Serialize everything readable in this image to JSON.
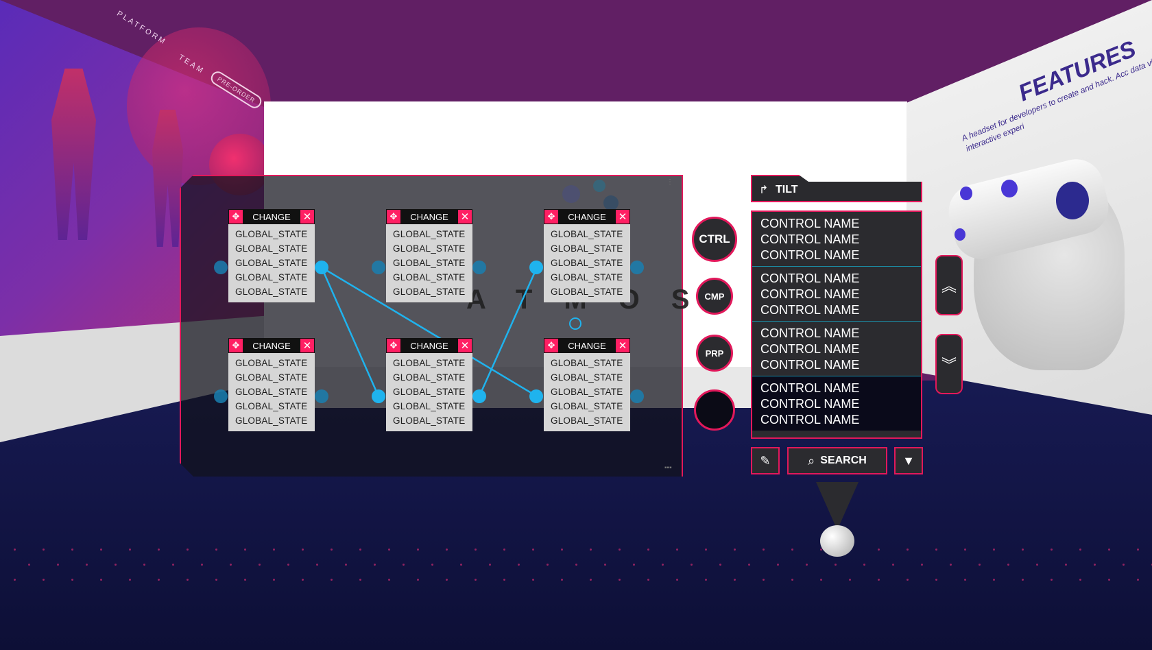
{
  "environment": {
    "left_wall": {
      "nav": [
        "PLATFORM",
        "TEAM"
      ],
      "button": "PRE-ORDER"
    },
    "right_wall": {
      "title": "FEATURES",
      "subtitle": "A headset for developers to create and hack. Acc data via the web to create interactive experi"
    },
    "screen_logo": "ATMOS"
  },
  "node_graph": {
    "nodes": [
      {
        "title": "CHANGE",
        "rows": [
          "GLOBAL_STATE",
          "GLOBAL_STATE",
          "GLOBAL_STATE",
          "GLOBAL_STATE",
          "GLOBAL_STATE"
        ]
      },
      {
        "title": "CHANGE",
        "rows": [
          "GLOBAL_STATE",
          "GLOBAL_STATE",
          "GLOBAL_STATE",
          "GLOBAL_STATE",
          "GLOBAL_STATE"
        ]
      },
      {
        "title": "CHANGE",
        "rows": [
          "GLOBAL_STATE",
          "GLOBAL_STATE",
          "GLOBAL_STATE",
          "GLOBAL_STATE",
          "GLOBAL_STATE"
        ]
      },
      {
        "title": "CHANGE",
        "rows": [
          "GLOBAL_STATE",
          "GLOBAL_STATE",
          "GLOBAL_STATE",
          "GLOBAL_STATE",
          "GLOBAL_STATE"
        ]
      },
      {
        "title": "CHANGE",
        "rows": [
          "GLOBAL_STATE",
          "GLOBAL_STATE",
          "GLOBAL_STATE",
          "GLOBAL_STATE",
          "GLOBAL_STATE"
        ]
      },
      {
        "title": "CHANGE",
        "rows": [
          "GLOBAL_STATE",
          "GLOBAL_STATE",
          "GLOBAL_STATE",
          "GLOBAL_STATE",
          "GLOBAL_STATE"
        ]
      }
    ],
    "move_icon": "move-icon",
    "close_icon": "close-icon"
  },
  "mode_buttons": {
    "ctrl": "CTRL",
    "cmp": "CMP",
    "prp": "PRP"
  },
  "controls_panel": {
    "tilt_label": "TILT",
    "groups": [
      [
        "CONTROL NAME",
        "CONTROL NAME",
        "CONTROL NAME"
      ],
      [
        "CONTROL NAME",
        "CONTROL NAME",
        "CONTROL NAME"
      ],
      [
        "CONTROL NAME",
        "CONTROL NAME",
        "CONTROL NAME"
      ],
      [
        "CONTROL NAME",
        "CONTROL NAME",
        "CONTROL NAME"
      ]
    ],
    "search_label": "SEARCH"
  },
  "colors": {
    "accent": "#e2185b",
    "connector": "#1fb3ee",
    "panel": "#2b2b2f"
  }
}
